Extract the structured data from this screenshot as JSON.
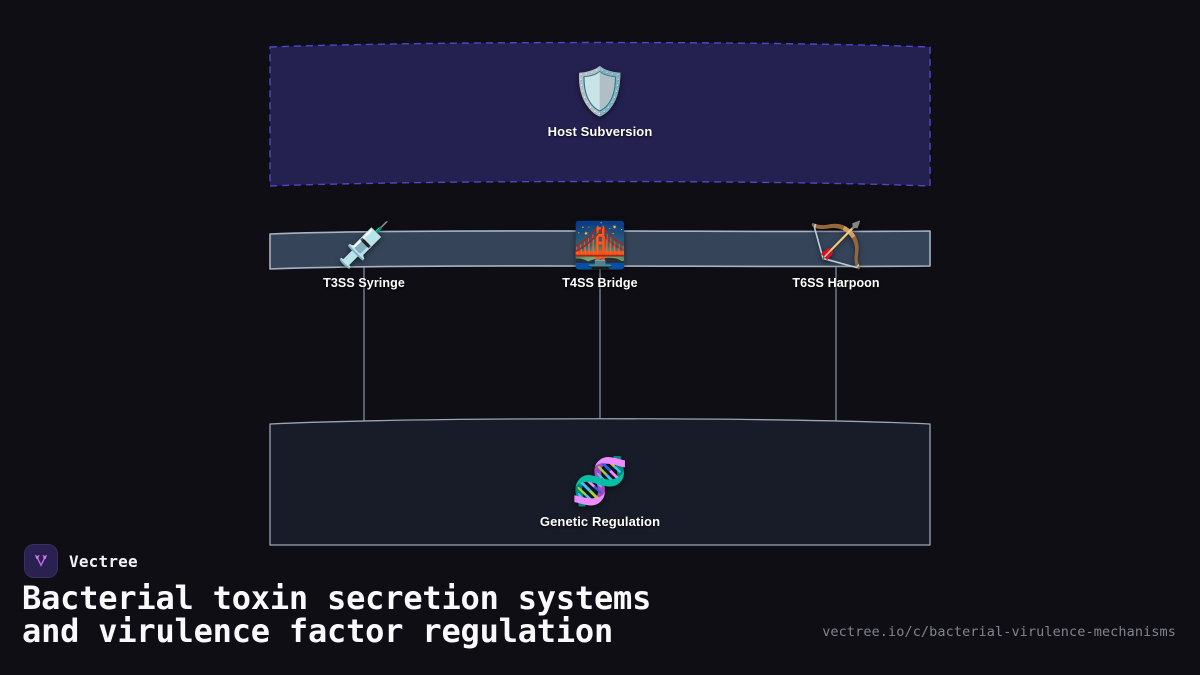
{
  "background_color": "#0e0e14",
  "diagram": {
    "type": "layered-concept-map",
    "layers": [
      {
        "id": "host-subversion",
        "kind": "dashed-panel",
        "label": "Host Subversion",
        "icon": "shield-icon",
        "emoji": "🛡️",
        "fill_color": "#242150",
        "border_color": "#5046c8",
        "border_style": "dashed"
      },
      {
        "id": "secretion-systems",
        "kind": "band",
        "fill_color": "#36445a",
        "border_color": "#a7b3c2",
        "nodes": [
          {
            "id": "t3ss",
            "label": "T3SS Syringe",
            "icon": "syringe-icon",
            "emoji": "💉"
          },
          {
            "id": "t4ss",
            "label": "T4SS Bridge",
            "icon": "bridge-icon",
            "emoji": "🌉"
          },
          {
            "id": "t6ss",
            "label": "T6SS Harpoon",
            "icon": "bow-and-arrow-icon",
            "emoji": "🏹"
          }
        ]
      },
      {
        "id": "genetic-regulation",
        "kind": "solid-panel",
        "label": "Genetic Regulation",
        "icon": "dna-icon",
        "emoji": "🧬",
        "fill_color": "#181c28",
        "border_color": "#9aa5b5"
      }
    ],
    "connectors": {
      "color": "#8e9cae",
      "count": 3,
      "from_layer": "secretion-systems",
      "to_layer": "genetic-regulation"
    }
  },
  "footer": {
    "brand_name": "Vectree",
    "logo_icon": "vectree-logo-icon",
    "logo_color": "#c060e8",
    "headline": "Bacterial toxin secretion systems\nand virulence factor regulation",
    "url": "vectree.io/c/bacterial-virulence-mechanisms"
  }
}
